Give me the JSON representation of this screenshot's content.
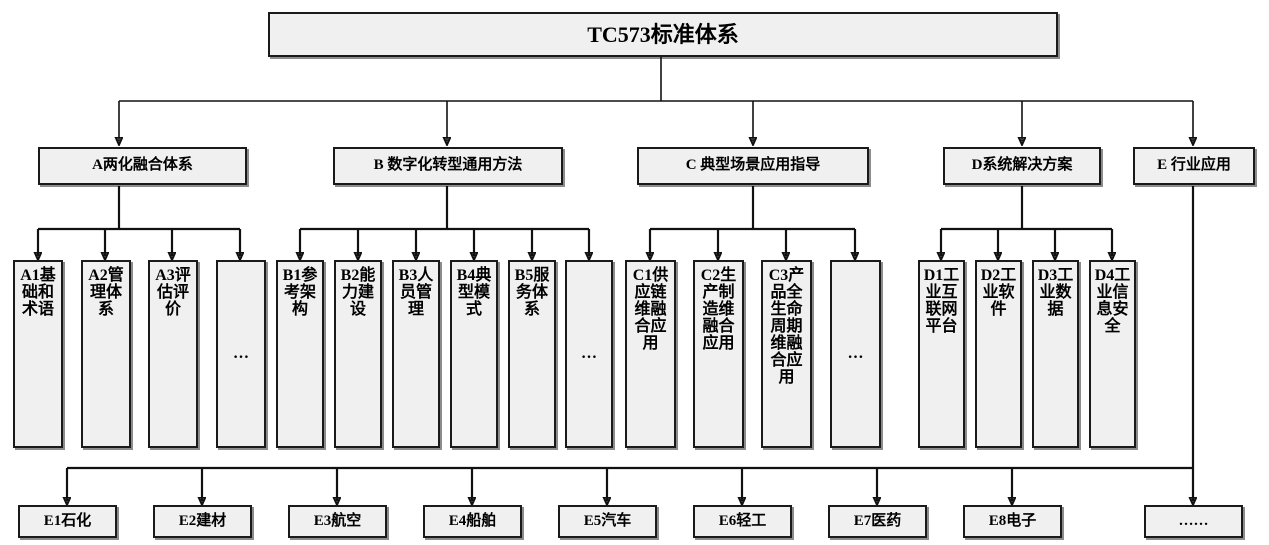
{
  "diagram": {
    "title": "TC573标准体系",
    "root": {
      "label": "TC573标准体系"
    },
    "level1": [
      {
        "id": "A",
        "label": "A两化融合体系"
      },
      {
        "id": "B",
        "label": "B 数字化转型通用方法"
      },
      {
        "id": "C",
        "label": "C 典型场景应用指导"
      },
      {
        "id": "D",
        "label": "D系统解决方案"
      },
      {
        "id": "E",
        "label": "E 行业应用"
      }
    ],
    "groupA": [
      {
        "id": "A1",
        "label": "A1基础和术语"
      },
      {
        "id": "A2",
        "label": "A2管理体系"
      },
      {
        "id": "A3",
        "label": "A3评估评价"
      },
      {
        "id": "A4",
        "label": "…"
      }
    ],
    "groupB": [
      {
        "id": "B1",
        "label": "B1参考架构"
      },
      {
        "id": "B2",
        "label": "B2能力建设"
      },
      {
        "id": "B3",
        "label": "B3人员管理"
      },
      {
        "id": "B4",
        "label": "B4典型模式"
      },
      {
        "id": "B5",
        "label": "B5服务体系"
      },
      {
        "id": "B6",
        "label": "…"
      }
    ],
    "groupC": [
      {
        "id": "C1",
        "label": "C1供应链维融合应用"
      },
      {
        "id": "C2",
        "label": "C2生产制造维融合应用"
      },
      {
        "id": "C3",
        "label": "C3产品全生命周期维融合应用"
      },
      {
        "id": "C4",
        "label": "…"
      }
    ],
    "groupD": [
      {
        "id": "D1",
        "label": "D1工业互联网平台"
      },
      {
        "id": "D2",
        "label": "D2工业软件"
      },
      {
        "id": "D3",
        "label": "D3工业数据"
      },
      {
        "id": "D4",
        "label": "D4工业信息安全"
      }
    ],
    "groupE": [
      {
        "id": "E1",
        "label": "E1石化"
      },
      {
        "id": "E2",
        "label": "E2建材"
      },
      {
        "id": "E3",
        "label": "E3航空"
      },
      {
        "id": "E4",
        "label": "E4船舶"
      },
      {
        "id": "E5",
        "label": "E5汽车"
      },
      {
        "id": "E6",
        "label": "E6轻工"
      },
      {
        "id": "E7",
        "label": "E7医药"
      },
      {
        "id": "E8",
        "label": "E8电子"
      },
      {
        "id": "E9",
        "label": "……"
      }
    ],
    "colors": {
      "node_fill": "#f0f0f0",
      "node_border": "#1a1a1a",
      "connector": "#111111",
      "background": "#ffffff"
    }
  }
}
